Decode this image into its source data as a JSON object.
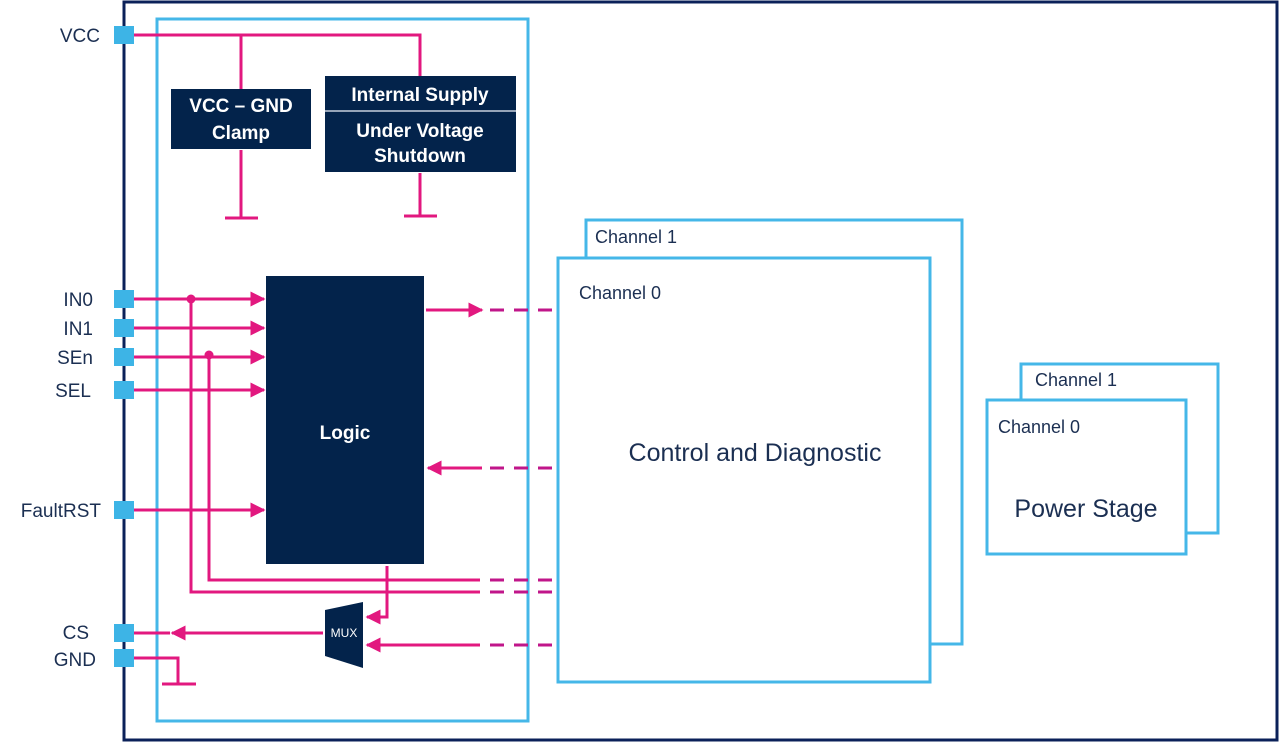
{
  "colors": {
    "frame": "#0b2159",
    "inner_frame": "#45b7e8",
    "wire": "#e2187f",
    "block_fill": "#03234b",
    "pin": "#3db4e6",
    "text": "#1b2f52"
  },
  "pins": [
    {
      "id": "vcc",
      "label": "VCC"
    },
    {
      "id": "in0",
      "label": "IN0"
    },
    {
      "id": "in1",
      "label": "IN1"
    },
    {
      "id": "sen",
      "label": "SEn"
    },
    {
      "id": "sel",
      "label": "SEL"
    },
    {
      "id": "faultrst",
      "label": "FaultRST"
    },
    {
      "id": "cs",
      "label": "CS"
    },
    {
      "id": "gnd",
      "label": "GND"
    }
  ],
  "blocks": {
    "clamp": {
      "line1": "VCC – GND",
      "line2": "Clamp"
    },
    "supply": {
      "top": "Internal Supply",
      "line1": "Under Voltage",
      "line2": "Shutdown"
    },
    "logic": {
      "label": "Logic"
    },
    "mux": {
      "label": "MUX"
    },
    "control": {
      "channel1": "Channel  1",
      "channel0": "Channel  0",
      "label": "Control and Diagnostic"
    },
    "power": {
      "channel1": "Channel  1",
      "channel0": "Channel  0",
      "label": "Power Stage"
    }
  }
}
